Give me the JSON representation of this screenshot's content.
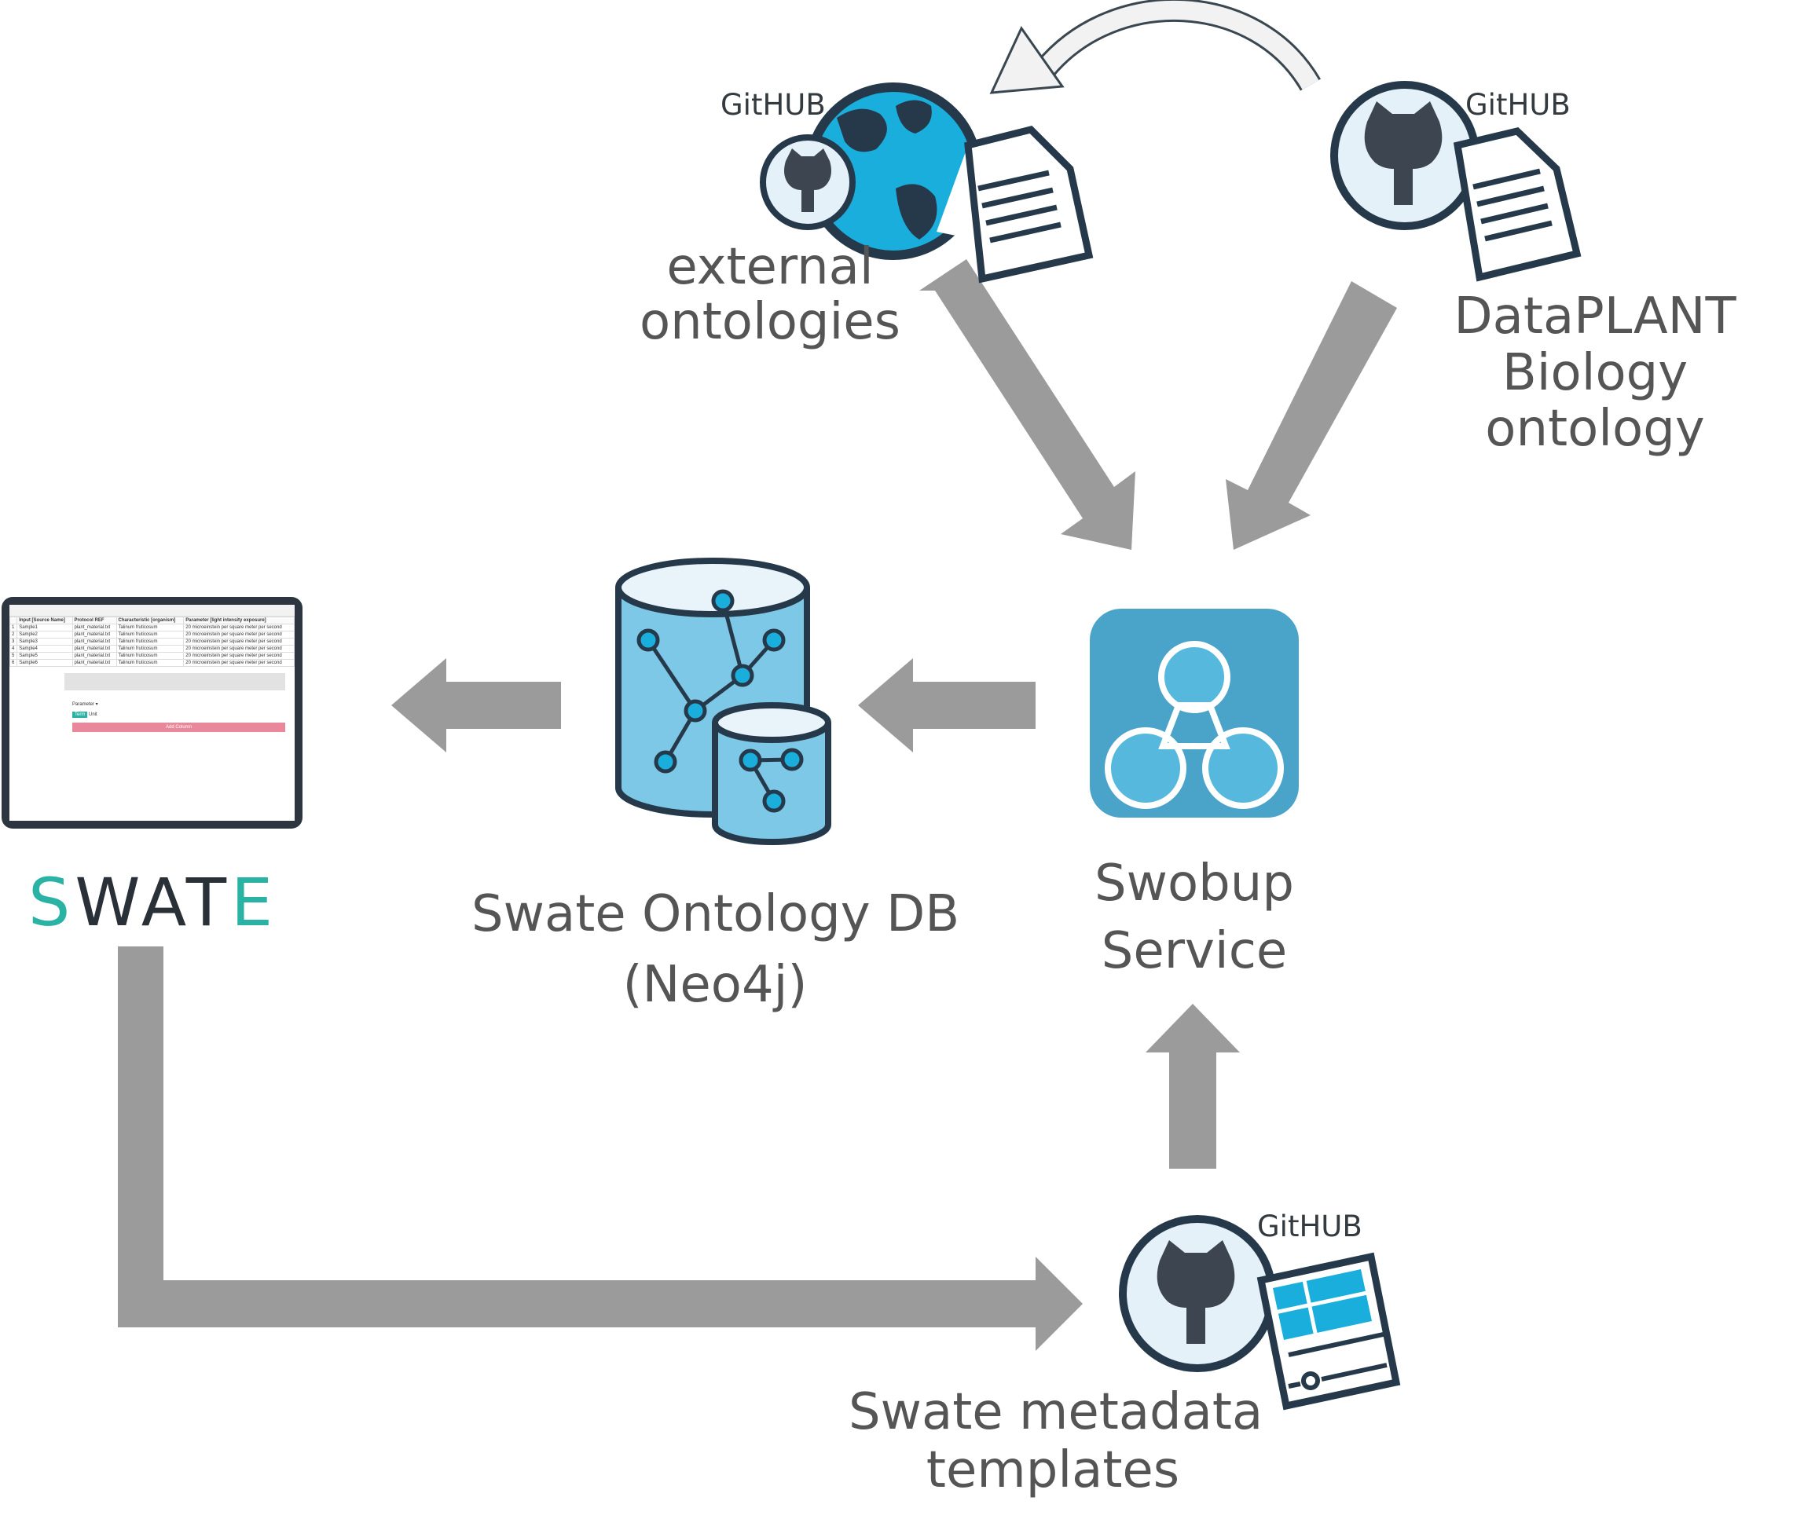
{
  "labels": {
    "external": [
      "external",
      "ontologies"
    ],
    "dataplant": [
      "DataPLANT",
      "Biology",
      "ontology"
    ],
    "swobup": [
      "Swobup",
      "Service"
    ],
    "db": [
      "Swate Ontology DB",
      "(Neo4j)"
    ],
    "templates": [
      "Swate metadata",
      "templates"
    ],
    "github": "GitHUB",
    "swate_logo": "SWATE"
  },
  "swate_screenshot": {
    "columns": [
      "Input [Source Name]",
      "Protocol REF",
      "Characteristic [organism]",
      "Parameter [light intensity exposure]"
    ],
    "rows": [
      [
        "1",
        "Sample1",
        "plant_material.txt",
        "Talinum fruticosum",
        "20 microeinstein per square meter per second"
      ],
      [
        "2",
        "Sample2",
        "plant_material.txt",
        "Talinum fruticosum",
        "20 microeinstein per square meter per second"
      ],
      [
        "3",
        "Sample3",
        "plant_material.txt",
        "Talinum fruticosum",
        "20 microeinstein per square meter per second"
      ],
      [
        "4",
        "Sample4",
        "plant_material.txt",
        "Talinum fruticosum",
        "20 microeinstein per square meter per second"
      ],
      [
        "5",
        "Sample5",
        "plant_material.txt",
        "Talinum fruticosum",
        "20 microeinstein per square meter per second"
      ],
      [
        "6",
        "Sample6",
        "plant_material.txt",
        "Talinum fruticosum",
        "20 microeinstein per square meter per second"
      ]
    ],
    "param_label": "Parameter",
    "term_label": "Term",
    "unit_label": "Unit",
    "add_button": "Add Column"
  },
  "colors": {
    "arrow": "#9b9b9b",
    "globe_blue": "#1aaedc",
    "dark": "#26394a",
    "icon_bg": "#4aa3c8",
    "swate_teal": "#2ab3a4"
  }
}
